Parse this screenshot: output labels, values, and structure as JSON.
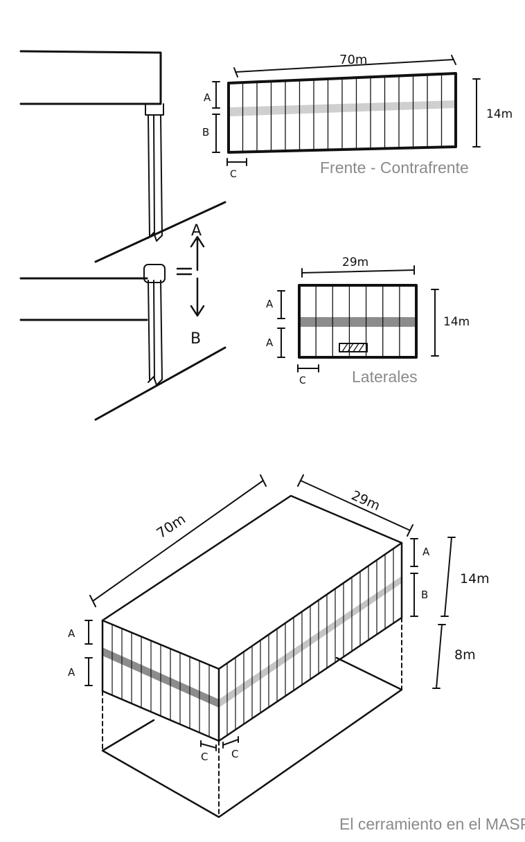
{
  "captions": {
    "front": "Frente - Contrafrente",
    "sides": "Laterales",
    "footer": "El cerramiento en el MASP"
  },
  "section": {
    "label_top": "A",
    "label_bottom": "B"
  },
  "front_elevation": {
    "width": "70m",
    "height": "14m",
    "label_a": "A",
    "label_b": "B",
    "label_c": "C"
  },
  "side_elevation": {
    "width": "29m",
    "height": "14m",
    "label_a_top": "A",
    "label_a_bottom": "A",
    "label_c": "C"
  },
  "isometric": {
    "length": "70m",
    "width": "29m",
    "height_skin": "14m",
    "height_free": "8m",
    "label_a_right": "A",
    "label_b_right": "B",
    "label_a_left_top": "A",
    "label_a_left_bottom": "A",
    "label_c_left": "C",
    "label_c_right": "C"
  },
  "colors": {
    "ink": "#111111",
    "band": "#8c8c8c",
    "caption": "#8a8a8a"
  }
}
